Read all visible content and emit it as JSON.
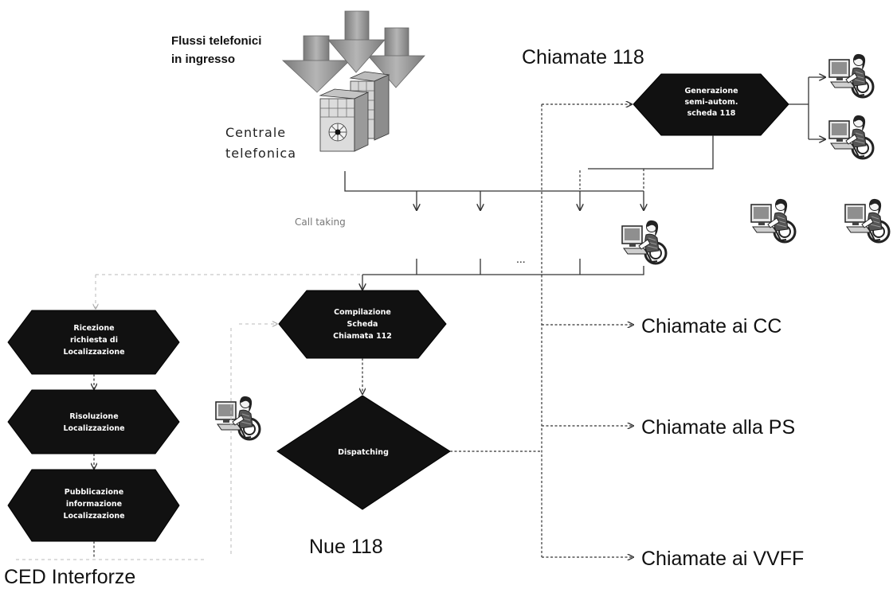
{
  "diagram": {
    "incoming_flows": [
      "Flussi telefonici",
      "in ingresso"
    ],
    "exchange": [
      "Centrale",
      "telefonica"
    ],
    "calls_118_title": "Chiamate 118",
    "call_taking": "Call taking",
    "ellipsis": "...",
    "nue_label": "Nue 118",
    "ced_label": "CED Interforze"
  },
  "nodes": {
    "generation": [
      "Generazione",
      "semi-autom.",
      "scheda 118"
    ],
    "compilation": [
      "Compilazione",
      "Scheda",
      "Chiamata 112"
    ],
    "dispatching": [
      "Dispatching"
    ],
    "reception": [
      "Ricezione",
      "richiesta di",
      "Localizzazione"
    ],
    "resolution": [
      "Risoluzione",
      "Localizzazione"
    ],
    "publication": [
      "Pubblicazione",
      "informazione",
      "Localizzazione"
    ]
  },
  "outputs": {
    "cc": "Chiamate ai CC",
    "ps": "Chiamate alla PS",
    "vvff": "Chiamate ai VVFF"
  },
  "colors": {
    "node_fill": "#111111",
    "node_text": "#ffffff",
    "incoming_arrow": "#9a9a9a"
  },
  "icons": [
    "incoming-call-arrow-icon",
    "telephone-exchange-server-icon",
    "operator-workstation-icon"
  ]
}
